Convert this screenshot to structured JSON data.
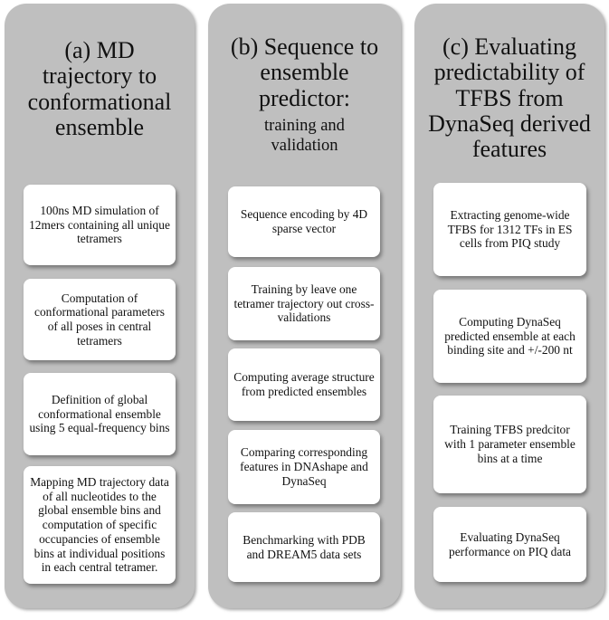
{
  "columns": [
    {
      "title_lines": [
        "(a) MD",
        "trajectory to",
        "conformational",
        "ensemble"
      ],
      "cards": [
        "100ns MD simulation of 12mers containing all unique tetramers",
        "Computation of conformational parameters of all poses in central tetramers",
        "Definition of global conformational ensemble using 5 equal-frequency bins",
        "Mapping MD trajectory data of all nucleotides to the global ensemble bins and  computation of specific occupancies of ensemble bins at individual positions in each central tetramer."
      ]
    },
    {
      "title_lines": [
        "(b) Sequence to",
        "ensemble",
        "predictor:"
      ],
      "subtitle_lines": [
        "training and",
        "validation"
      ],
      "cards": [
        "Sequence encoding by 4D sparse vector",
        "Training by leave one tetramer trajectory out cross-validations",
        "Computing average structure from predicted ensembles",
        "Comparing corresponding features in DNAshape and DynaSeq",
        "Benchmarking with PDB and DREAM5 data sets"
      ]
    },
    {
      "title_lines": [
        "(c) Evaluating",
        "predictability of",
        "TFBS from",
        "DynaSeq derived",
        "features"
      ],
      "cards": [
        "Extracting genome-wide TFBS for 1312 TFs in ES cells from PIQ study",
        "Computing DynaSeq predicted ensemble at each binding site and +/-200 nt",
        "Training TFBS predcitor  with 1 parameter ensemble bins  at a time",
        "Evaluating DynaSeq performance on PIQ data"
      ]
    }
  ]
}
